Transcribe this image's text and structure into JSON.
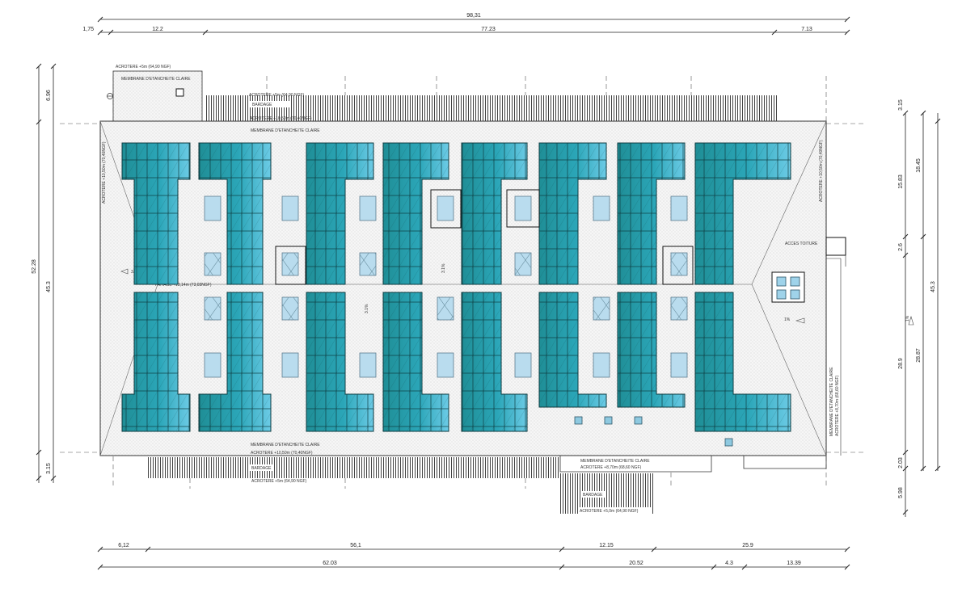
{
  "dimensions": {
    "top_total": "98,31",
    "top_a": "1,75",
    "top_b": "12.2",
    "top_c": "77.23",
    "top_d": "7.13",
    "left_outer": "52.28",
    "left_inner": "45.3",
    "left_top": "6.96",
    "left_bottom": "3.15",
    "right_a": "3.15",
    "right_b": "15.83",
    "right_c": "2.6",
    "right_d": "28.9",
    "right_e": "2.03",
    "right_f": "5.98",
    "right_g": "18.45",
    "right_h": "28.87",
    "right_i": "45.3",
    "bottom_a": "6,12",
    "bottom_b": "56,1",
    "bottom_c": "12.15",
    "bottom_d": "25.9",
    "bottom_e": "62.03",
    "bottom_f": "20.52",
    "bottom_g": "4.3",
    "bottom_h": "13.39"
  },
  "labels": {
    "acrotere_small": "ACROTERE +5m (64,90 NGF)",
    "membrane_small": "MEMBRANE D'ETANCHEITE CLAIRE",
    "acrotere_top": "ACROTERE +5m (64,90 NGF)",
    "bardage_top": "BARDAGE",
    "acrotere_main_top": "ACROTERE +10,50m (70,40NGF)",
    "membrane_main_top": "MEMBRANE D'ETANCHEITE CLAIRE",
    "acrotere_left": "ACROTERE +10,50m (70,40NGF)",
    "acrotere_right": "ACROTERE +10,50m (70,40NGF)",
    "faitage": "FAITAGE +13,14m (73,03NGF)",
    "slope_left": "3.1%",
    "slope_center_top": "3.1%",
    "slope_center_bottom": "3.1%",
    "slope_right": "1%",
    "acces_toiture": "ACCES TOITURE",
    "membrane_bottom": "MEMBRANE D'ETANCHEITE CLAIRE",
    "acrotere_main_bottom": "ACROTERE +10,50m (70,40NGF)",
    "bardage_bottom": "BARDAGE",
    "acrotere_bottom": "ACROTERE +5m (64,90 NGF)",
    "membrane_annex": "MEMBRANE D'ETANCHEITE CLAIRE",
    "acrotere_annex": "ACROTERE +8,70m (68,60 NGF)",
    "bardage_annex": "BARDAGE",
    "acrotere_annex_low": "ACROTERE +5,0m (64,90 NGF)",
    "membrane_right": "MEMBRANE D'ETANCHEITE CLAIRE",
    "acrotere_right_low": "ACROTERE +8,70m (68,60 NGF)",
    "slope_far_right": "1%"
  },
  "colors": {
    "panel_dark": "#1f8e96",
    "panel_light": "#5ec6e0",
    "skylight": "#b9dcee",
    "roof": "#f3f3f3"
  }
}
